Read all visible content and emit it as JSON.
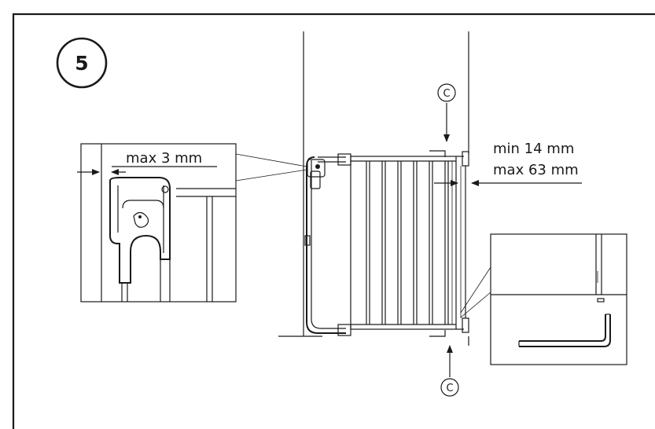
{
  "step": {
    "number": "5"
  },
  "measurements": {
    "gap_max": "max 3 mm",
    "clearance_min": "min 14 mm",
    "clearance_max": "max 63 mm"
  },
  "callouts": {
    "top_marker": "C",
    "bottom_marker": "C"
  }
}
